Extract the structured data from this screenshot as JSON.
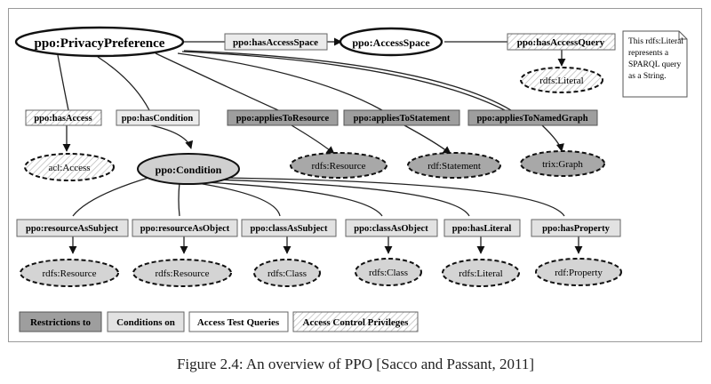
{
  "diagram": {
    "nodes": {
      "privacy_preference": "ppo:PrivacyPreference",
      "access_space": "ppo:AccessSpace",
      "condition": "ppo:Condition",
      "rdfs_literal_top": "rdfs:Literal",
      "acl_access": "acl:Access",
      "rdfs_resource_top": "rdfs:Resource",
      "rdf_statement": "rdf:Statement",
      "trix_graph": "trix:Graph",
      "rdfs_resource_1": "rdfs:Resource",
      "rdfs_resource_2": "rdfs:Resource",
      "rdfs_class_1": "rdfs:Class",
      "rdfs_class_2": "rdfs:Class",
      "rdfs_literal_2": "rdfs:Literal",
      "rdf_property": "rdf:Property"
    },
    "properties": {
      "has_access_space": "ppo:hasAccessSpace",
      "has_access_query": "ppo:hasAccessQuery",
      "has_access": "ppo:hasAccess",
      "has_condition": "ppo:hasCondition",
      "applies_to_resource": "ppo:appliesToResource",
      "applies_to_statement": "ppo:appliesToStatement",
      "applies_to_named_graph": "ppo:appliesToNamedGraph",
      "resource_as_subject": "ppo:resourceAsSubject",
      "resource_as_object": "ppo:resourceAsObject",
      "class_as_subject": "ppo:classAsSubject",
      "class_as_object": "ppo:classAsObject",
      "has_literal": "ppo:hasLiteral",
      "has_property": "ppo:hasProperty"
    },
    "note": {
      "lines": [
        "This rdfs:Literal",
        "represents a",
        "SPARQL query",
        "as a String."
      ]
    },
    "legend": {
      "restrictions_to": "Restrictions to",
      "conditions_on": "Conditions on",
      "access_test_queries": "Access Test Queries",
      "access_control_privileges": "Access Control Privileges"
    }
  },
  "caption": "Figure 2.4: An overview of PPO [Sacco and Passant, 2011]"
}
